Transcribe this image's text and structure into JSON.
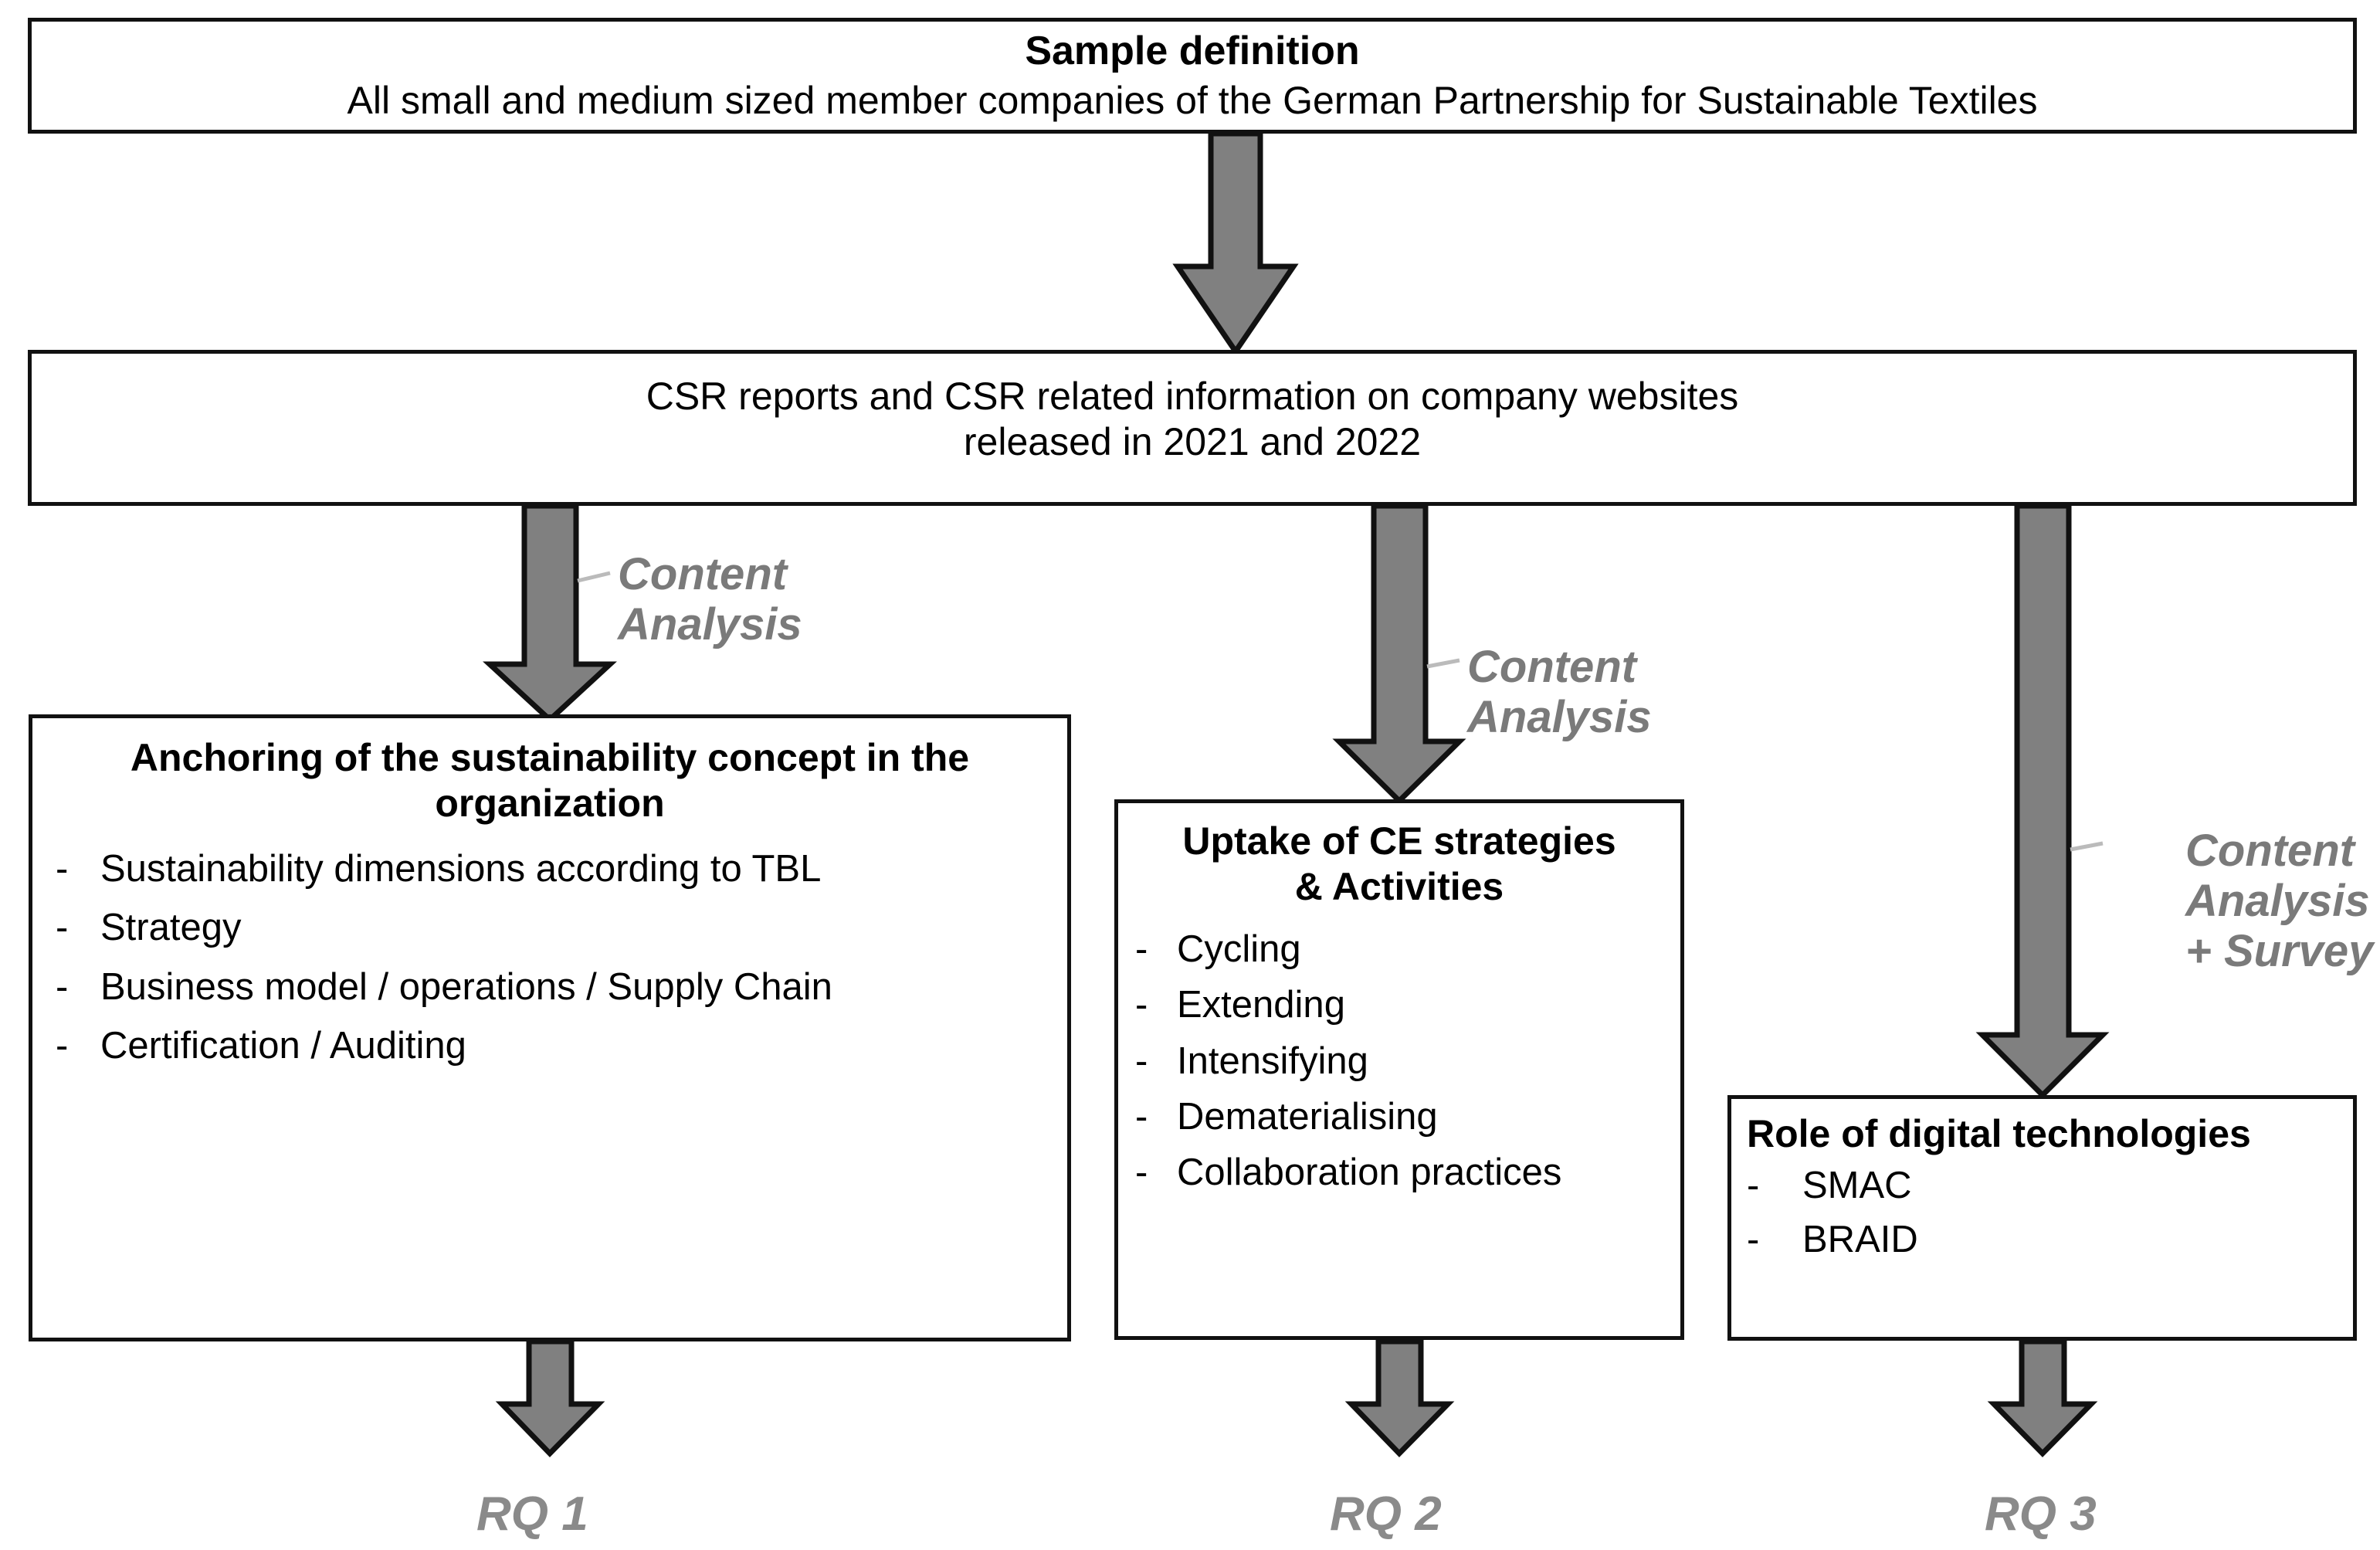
{
  "diagram": {
    "title": "Research design flowchart",
    "accent_gray": "#808080",
    "label_gray": "#7a7a7a",
    "outline_black": "#111111"
  },
  "boxes": {
    "sample": {
      "title": "Sample definition",
      "line": "All small and medium sized member companies of the German Partnership for Sustainable Textiles"
    },
    "csr": {
      "line1": "CSR reports and CSR related information on company websites",
      "line2": "released in 2021 and 2022"
    },
    "anchoring": {
      "title_line1": "Anchoring of the sustainability concept in the",
      "title_line2": "organization",
      "bullet_marker": "-",
      "bullets": [
        "Sustainability dimensions according to TBL",
        "Strategy",
        "Business model / operations / Supply Chain",
        "Certification / Auditing"
      ]
    },
    "ce": {
      "title_line1": "Uptake of CE strategies",
      "title_line2": "& Activities",
      "bullet_marker": "-",
      "bullets": [
        "Cycling",
        "Extending",
        "Intensifying",
        "Dematerialising",
        "Collaboration practices"
      ]
    },
    "digital": {
      "title": "Role of digital technologies",
      "bullet_marker": "-",
      "bullets": [
        "SMAC",
        "BRAID"
      ]
    }
  },
  "annotations": {
    "arrow1_method": "Content\nAnalysis",
    "arrow2_method": "Content\nAnalysis",
    "arrow3_method": "Content\nAnalysis\n+ Survey"
  },
  "outputs": {
    "rq1": "RQ 1",
    "rq2": "RQ 2",
    "rq3": "RQ 3"
  }
}
